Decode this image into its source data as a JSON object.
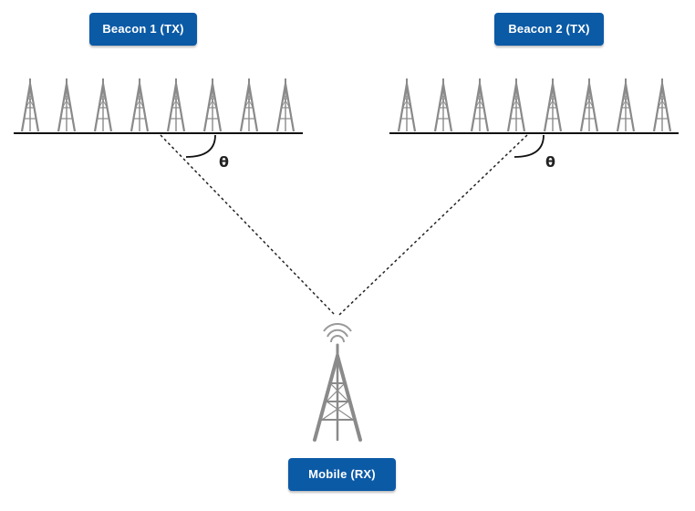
{
  "labels": {
    "beacon1": "Beacon 1 (TX)",
    "beacon2": "Beacon 2 (TX)",
    "mobile": "Mobile (RX)",
    "angle_symbol_1": "θ",
    "angle_symbol_2": "θ"
  },
  "arrays": {
    "beacon1_elements": 8,
    "beacon2_elements": 8
  },
  "colors": {
    "badge_bg": "#0b5aa6",
    "badge_text": "#ffffff",
    "tower": "#8a8a8a",
    "ground_line": "#111111",
    "signal_path": "#222222"
  },
  "icons": {
    "array_element": "antenna-tower-icon",
    "mobile_station": "antenna-tower-icon",
    "signal": "wifi-signal-icon"
  }
}
